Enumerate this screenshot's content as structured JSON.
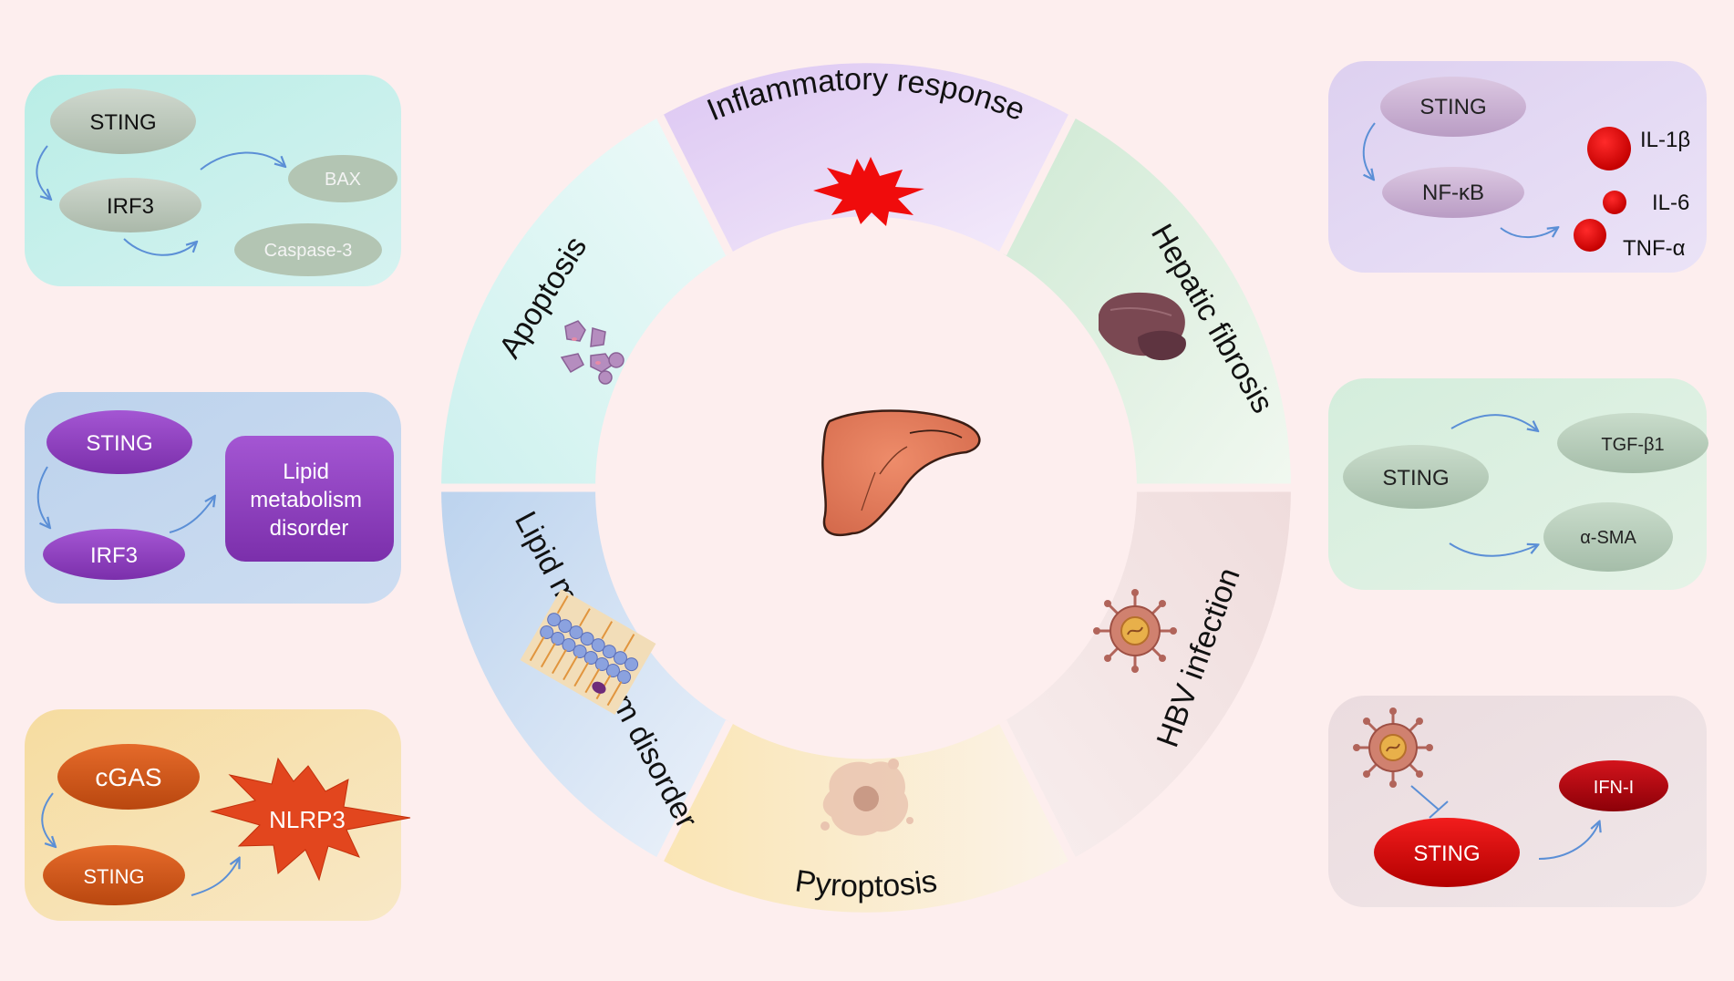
{
  "ring": {
    "segments": [
      {
        "label": "Inflammatory response"
      },
      {
        "label": "Hepatic fibrosis"
      },
      {
        "label": "HBV infection"
      },
      {
        "label": "Pyroptosis"
      },
      {
        "label": "Lipid metabolism disorder"
      },
      {
        "label": "Apoptosis"
      }
    ]
  },
  "panels": {
    "apoptosis": {
      "sting": "STING",
      "irf3": "IRF3",
      "bax": "BAX",
      "caspase": "Caspase-3"
    },
    "lipid": {
      "sting": "STING",
      "irf3": "IRF3",
      "box_line1": "Lipid",
      "box_line2": "metabolism",
      "box_line3": "disorder"
    },
    "pyroptosis": {
      "cgas": "cGAS",
      "sting": "STING",
      "nlrp3": "NLRP3"
    },
    "inflammatory": {
      "sting": "STING",
      "nfkb": "NF-κB",
      "il1b": "IL-1β",
      "il6": "IL-6",
      "tnfa": "TNF-α"
    },
    "fibrosis": {
      "sting": "STING",
      "tgfb1": "TGF-β1",
      "asma": "α-SMA"
    },
    "hbv": {
      "sting": "STING",
      "ifn": "IFN-I"
    }
  },
  "colors": {
    "background": "#fdeeee",
    "arrow": "#5b8fd6",
    "liver": "#e07a5f",
    "hepatic_liver": "#7a4852"
  }
}
